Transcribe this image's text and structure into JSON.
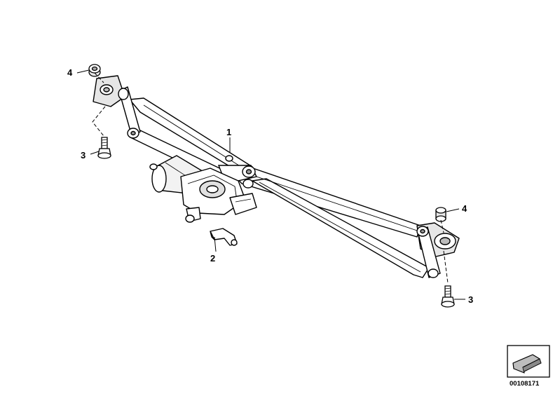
{
  "callouts": [
    {
      "id": "c1",
      "label": "1"
    },
    {
      "id": "c2",
      "label": "2"
    },
    {
      "id": "c3a",
      "label": "3"
    },
    {
      "id": "c3b",
      "label": "3"
    },
    {
      "id": "c4a",
      "label": "4"
    },
    {
      "id": "c4b",
      "label": "4"
    }
  ],
  "image_reference": "00108171",
  "colors": {
    "line": "#000000",
    "fill": "#ffffff",
    "shade": "#d9d9d9"
  },
  "icons": [
    "arrow-icon"
  ]
}
